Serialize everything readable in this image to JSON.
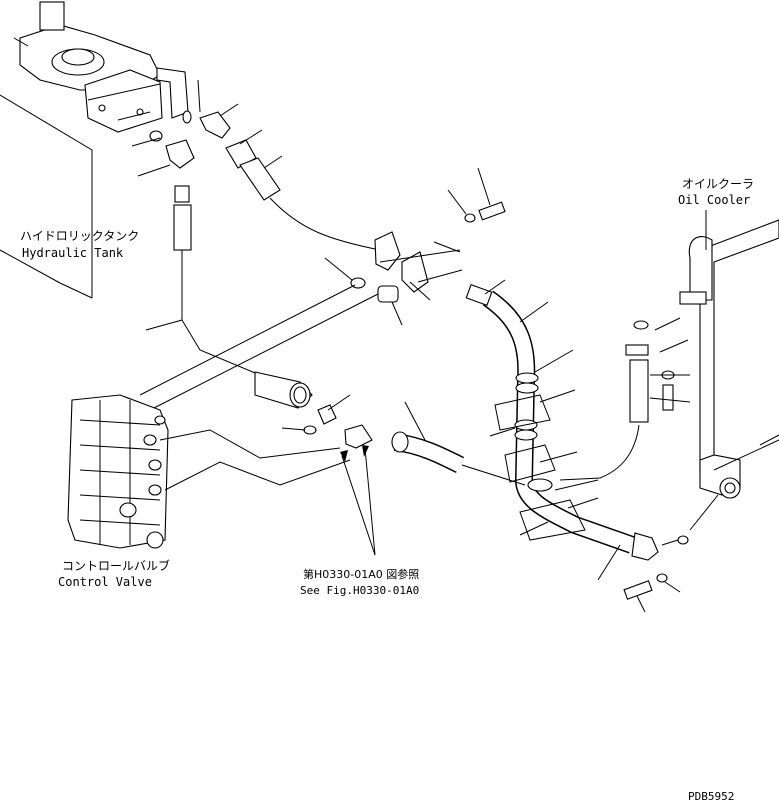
{
  "labels": {
    "hydraulic_tank_jp": "ハイドロリックタンク",
    "hydraulic_tank_en": "Hydraulic Tank",
    "oil_cooler_jp": "オイルクーラ",
    "oil_cooler_en": "Oil Cooler",
    "control_valve_jp": "コントロールバルブ",
    "control_valve_en": "Control Valve",
    "see_fig_jp": "第H0330-01A0 図参照",
    "see_fig_en": "See Fig.H0330-01A0",
    "drawing_number": "PDB5952"
  }
}
